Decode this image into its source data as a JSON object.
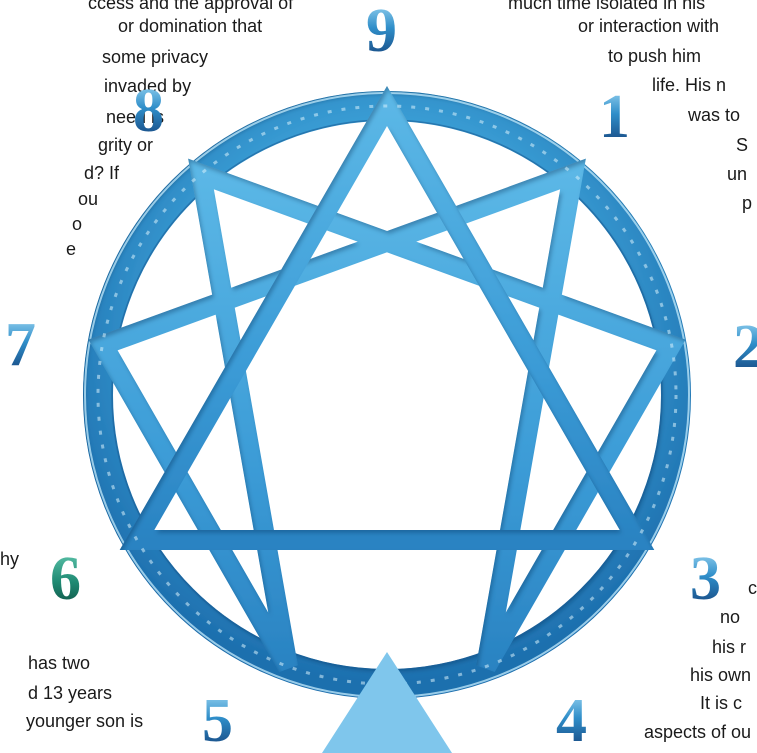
{
  "left_text": [
    "ccess and the approval of",
    "or domination that",
    "some privacy",
    "invaded by",
    "need is",
    "grity or",
    "d? If",
    "ou",
    "o",
    "e"
  ],
  "left_text_lower": [
    "hy",
    "has two",
    "d 13 years",
    "younger son is"
  ],
  "right_text_top": [
    "much time isolated in his",
    "or interaction with",
    "to push him",
    "life. His n",
    "was to",
    "S",
    "un",
    "p"
  ],
  "right_text_bottom": [
    "c",
    "no",
    "his r",
    "his own",
    "It is c",
    "aspects of ou"
  ],
  "numbers": [
    "9",
    "1",
    "2",
    "3",
    "4",
    "5",
    "6",
    "7",
    "8"
  ],
  "colors": {
    "ring_light": "#86cfef",
    "ring_mid": "#3fa6dc",
    "ring_dark": "#1d6fae",
    "number_blue": "#2f8ec9",
    "number_six": "#1f8a73",
    "pointer": "#7fc6ec"
  }
}
